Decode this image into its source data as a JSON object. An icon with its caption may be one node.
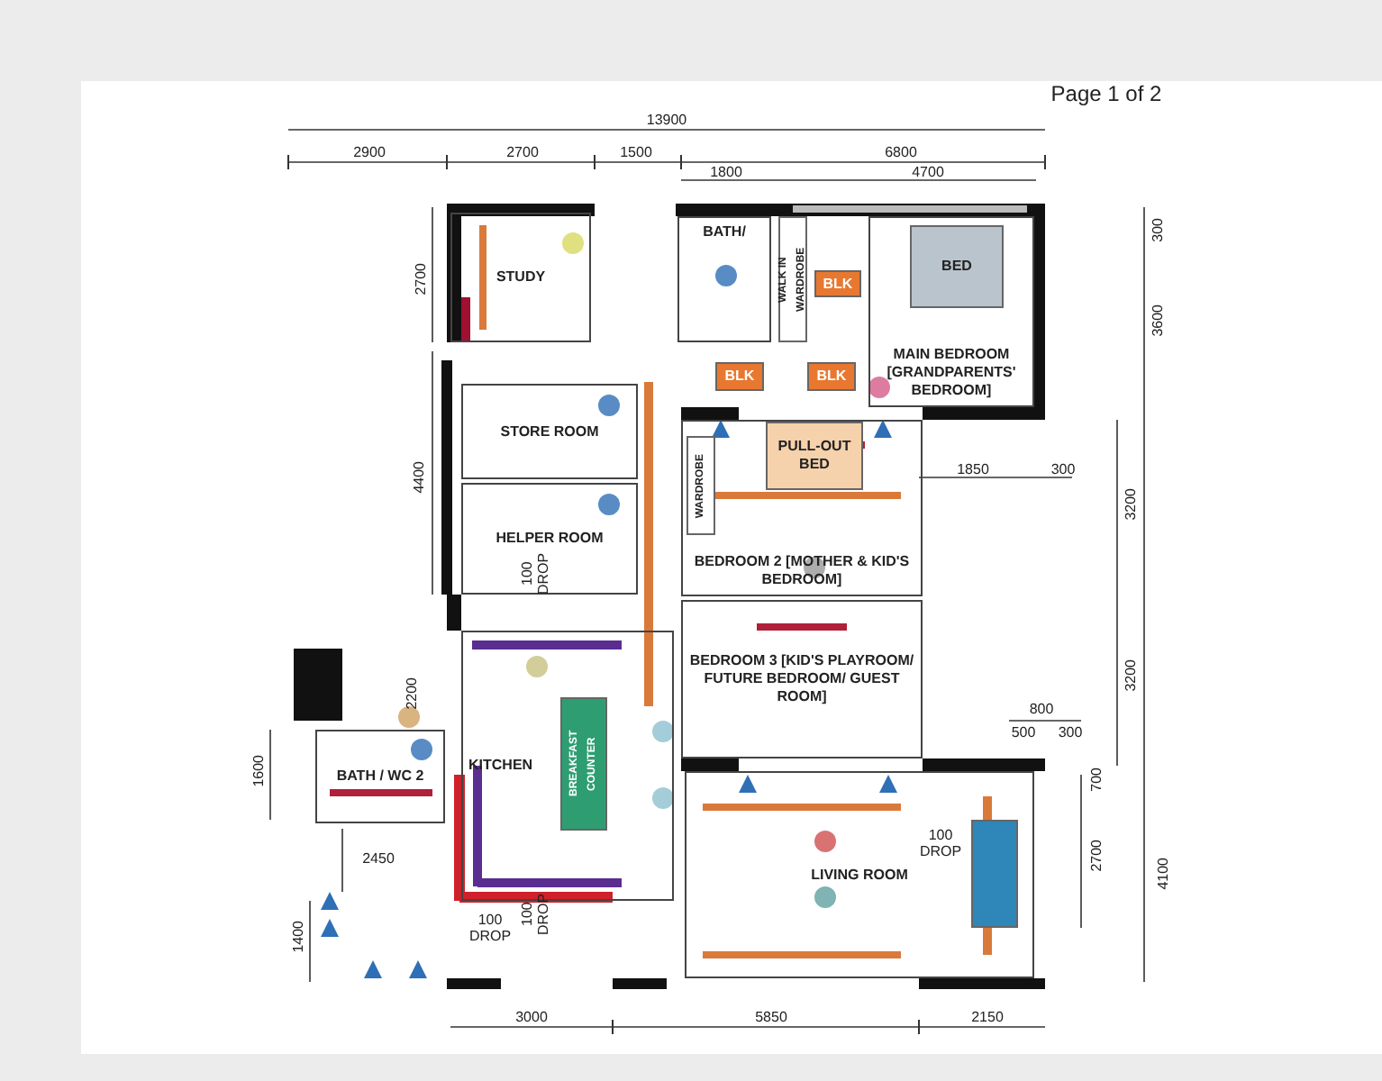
{
  "diagram": {
    "nodes": [
      {
        "text": [
          "STUDY"
        ]
      },
      {
        "text": [
          "BATH/"
        ]
      },
      {
        "text": [
          "WALK IN WARDROBE"
        ]
      },
      {
        "text": [
          "MAIN BEDROOM [GRANDPARENTS' BEDROOM]"
        ]
      },
      {
        "text": [
          "BED"
        ],
        "in": 3
      },
      {
        "text": [
          "BLK"
        ]
      },
      {
        "text": [
          "BLK"
        ]
      },
      {
        "text": [
          "BLK"
        ]
      },
      {
        "text": [
          "STORE ROOM"
        ]
      },
      {
        "text": [
          "HELPER ROOM"
        ]
      },
      {
        "text": [
          "BEDROOM 2 [MOTHER & KID'S BEDROOM]"
        ]
      },
      {
        "text": [
          "WARDROBE"
        ],
        "in": 10
      },
      {
        "text": [
          "PULL-OUT BED"
        ],
        "in": 10
      },
      {
        "text": [
          "BEDROOM 3 [KID'S PLAYROOM/ FUTURE BEDROOM/ GUEST ROOM]"
        ]
      },
      {
        "text": [
          "KITCHEN"
        ]
      },
      {
        "text": [
          "BREAKFAST COUNTER"
        ],
        "in": 14
      },
      {
        "text": [
          "BATH / WC 2"
        ]
      },
      {
        "text": [
          "LIVING ROOM"
        ]
      },
      {
        "text": [],
        "shape": "box",
        "in": 17
      }
    ],
    "labels": [
      "Page 1 of 2",
      "13900",
      "2900",
      "2700",
      "1500",
      "6800",
      "1800",
      "4700",
      "2700",
      "4400",
      "100 DROP",
      "2200",
      "1600",
      "2450",
      "1400",
      "100 DROP",
      "100 DROP",
      "100 DROP",
      "3000",
      "5850",
      "2150",
      "300",
      "3600",
      "1850",
      "300",
      "3200",
      "3200",
      "800",
      "500",
      "300",
      "700",
      "2700",
      "4100"
    ]
  }
}
